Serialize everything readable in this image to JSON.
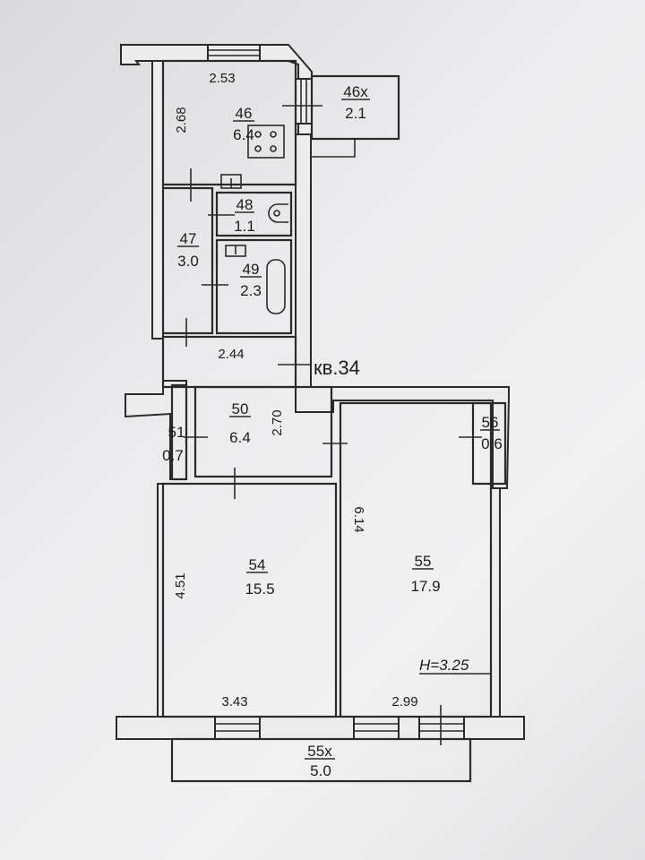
{
  "apartment_label": "кв.34",
  "ceiling_height": "H=3.25",
  "rooms": [
    {
      "number": "46",
      "area": "6.4"
    },
    {
      "number": "46х",
      "area": "2.1"
    },
    {
      "number": "47",
      "area": "3.0"
    },
    {
      "number": "48",
      "area": "1.1"
    },
    {
      "number": "49",
      "area": "2.3"
    },
    {
      "number": "50",
      "area": "6.4"
    },
    {
      "number": "51",
      "area": "0.7"
    },
    {
      "number": "54",
      "area": "15.5"
    },
    {
      "number": "55",
      "area": "17.9"
    },
    {
      "number": "56",
      "area": "0.6"
    },
    {
      "number": "55х",
      "area": "5.0"
    }
  ],
  "dimensions": {
    "kitchen_width": "2.53",
    "kitchen_length": "2.68",
    "hall_width": "2.44",
    "hall_length": "2.70",
    "room54_length": "4.51",
    "room54_width": "3.43",
    "room55_length": "6.14",
    "room55_width": "2.99"
  }
}
